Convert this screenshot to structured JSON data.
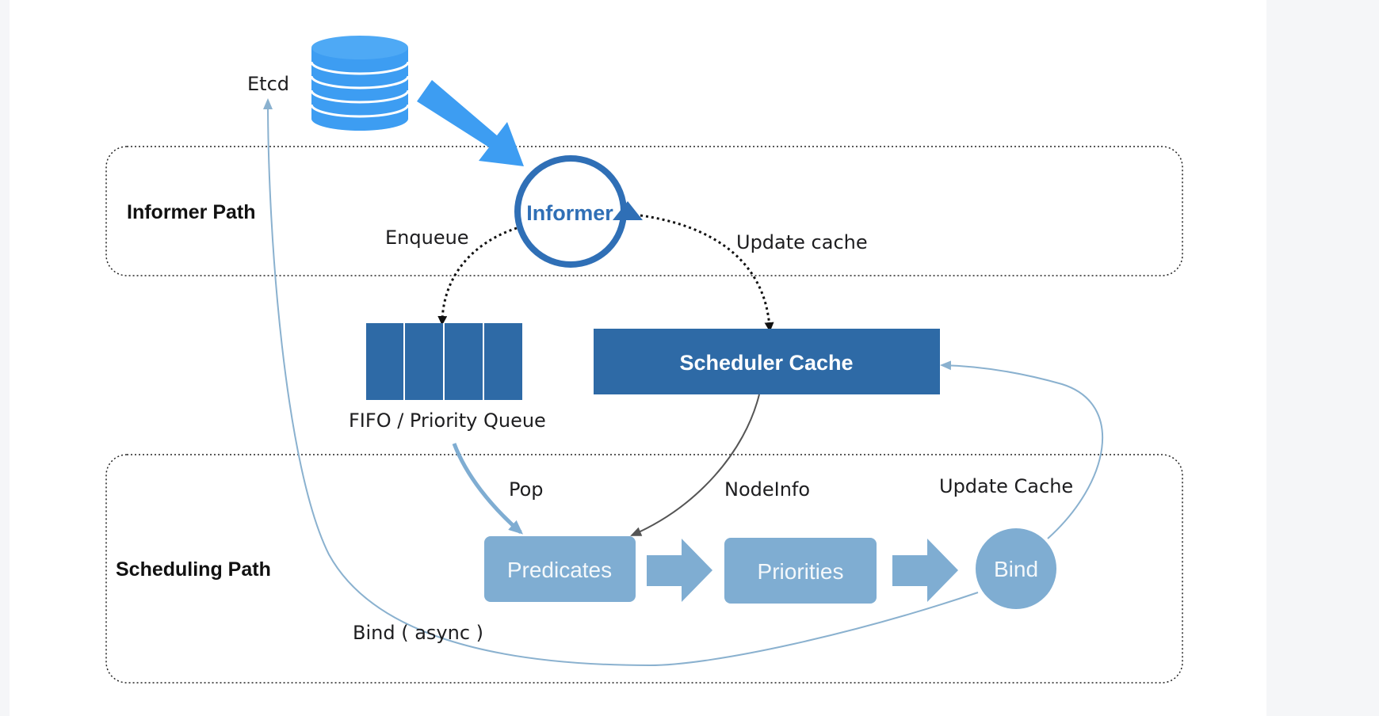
{
  "labels": {
    "etcd": "Etcd",
    "informer_path": "Informer Path",
    "scheduling_path": "Scheduling Path",
    "informer": "Informer",
    "enqueue": "Enqueue",
    "update_cache_top": "Update cache",
    "queue": "FIFO / Priority  Queue",
    "scheduler_cache": "Scheduler Cache",
    "pop": "Pop",
    "node_info": "NodeInfo",
    "update_cache_bottom": "Update Cache",
    "predicates": "Predicates",
    "priorities": "Priorities",
    "bind": "Bind",
    "bind_async": "Bind ( async )"
  },
  "icons": {
    "database": "database-icon",
    "informer": "cycle-arrow-icon"
  },
  "colors": {
    "bright_blue": "#3d9df2",
    "dark_blue": "#2e6aa6",
    "light_blue": "#7fadd2",
    "line_blue": "#8ab1cf",
    "informer_ring": "#2f6fb6"
  }
}
